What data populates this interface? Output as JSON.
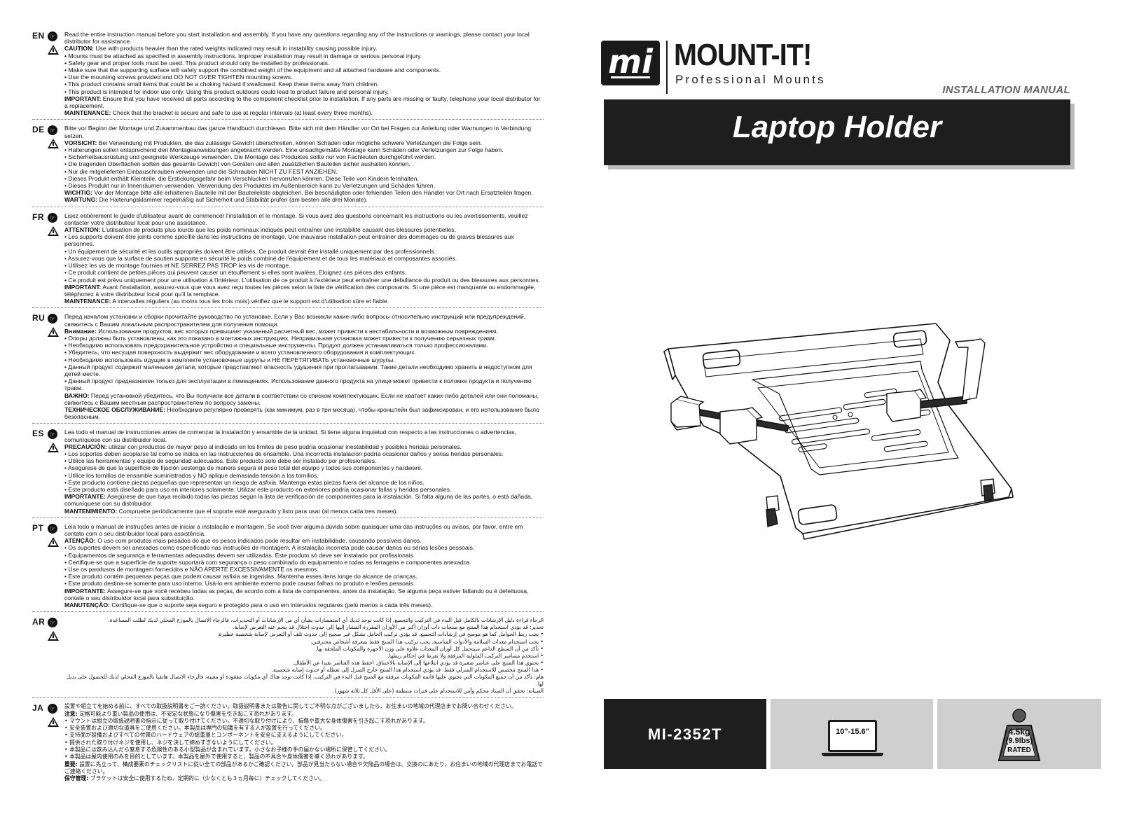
{
  "sections": [
    {
      "code": "EN",
      "paras": [
        "Read the entire instruction manual before you start installation and assembly. If you have any questions regarding any of the instructions or warnings, please contact your local distributor for assistance.",
        "<b>CAUTION:</b> Use with products heavier than the rated weights indicated may result in instability causing possible injury.",
        "• Mounts must be attached as specified in assembly instructions. Improper installation may result in damage or serious personal injury.",
        "• Safety gear and proper tools must be used. This product should only be installed by professionals.",
        "• Make sure that the supporting surface will safely support the combined weight of the equipment and all attached hardware and components.",
        "• Use the mounting screws provided and DO NOT OVER TIGHTEN mounting screws.",
        "• This product contains small items that could be a choking hazard if swallowed. Keep these items away from children.",
        "• This product is intended for indoor use only. Using this product outdoors could lead to product failure and personal injury.",
        "<b>IMPORTANT:</b> Ensure that you have received all parts according to the component checklist prior to installation. If any parts are missing or faulty, telephone your local distributor for a replacement.",
        "<b>MAINTENANCE:</b> Check that the bracket is secure and safe to use at regular intervals (at least every three months)."
      ]
    },
    {
      "code": "DE",
      "paras": [
        "Bitte vor Beginn der Montage und Zusammenbau das ganze Handbuch durchlesen. Bitte sich mit dem Händler vor Ort bei Fragen zur Anleitung oder Warnungen in Verbindung setzen.",
        "<b>VORSICHT:</b> Bei Verwendung mit Produkten, die das zulässige Gewicht überschreiten, können Schäden oder mögliche schwere Verletzungen die Folge sein.",
        "• Halterungen sollen entsprechend den Montageanweisungen angebracht werden. Eine unsachgemäße Montage kann Schäden oder Verletzungen zur Folge haben.",
        "• Sicherheitsausrüstung und geeignete Werkzeuge verwenden. Die Montage des Produktes sollte nur von Fachleuten durchgeführt werden.",
        "• Die tragenden Oberflächen sollten das gesamte Gewicht von Geräten und allen zusätzlichen Bauteilen sicher aushalten können.",
        "• Nur die mitgelieferten Einbauschrauben verwenden und die Schrauben NICHT ZU FEST ANZIEHEN.",
        "• Dieses Produkt enthält Kleinteile, die Erstickungsgefahr beim Verschlucken hervorrufen können. Diese Teile von Kindern fernhalten.",
        "• Dieses Produkt nur in Innenräumen verwenden. Verwendung des Produktes im Außenbereich kann zu Verletzungen und Schäden führen.",
        "<b>WICHTIG:</b> Vor der Montage bitte alle erhaltenen Bauteile mit der Bauteileliste abgleichen. Bei beschädigten oder fehlenden Teilen den Händler vor Ort nach Ersatzteilen fragen.",
        "<b>WARTUNG:</b> Die Halterungsklammer regelmäßig auf Sicherheit und Stabilität prüfen (am besten alle drei Monate)."
      ]
    },
    {
      "code": "FR",
      "paras": [
        "Lisez entièrement le guide d'utilisateur avant de commencer l'installation et le montage. Si vous avez des questions concernant les instructions ou les avertissements, veuillez contacter votre distributeur local pour une assistance.",
        "<b>ATTENTION:</b> L'utilisation de produits plus lourds que les poids nominaux indiqués peut entraîner une instabilité causant des blessures potentielles.",
        "• Les supports doivent être joints comme spécifié dans les instructions de montage. Une mauvaise installation peut entraîner des dommages ou de graves blessures aux personnes.",
        "• Un équipement de sécurité et les outils appropriés doivent être utilisés. Ce produit devrait être installé uniquement par des professionnels.",
        "• Assurez-vous que la surface de soutien supporte en sécurité le poids combiné de l'équipement et de tous les matériaux et composantes associés.",
        "• Utilisez les vis de montage fournies et NE SERREZ PAS TROP les vis de montage.",
        "• Ce produit contient de petites pièces qui peuvent causer un étouffement si elles sont avalées. Eloignez ces pièces des enfants.",
        "• Ce produit est prévu uniquement pour une utilisation à l'intérieur. L'utilisation de ce produit à l'extérieur peut entraîner une défaillance du produit ou des blessures aux personnes.",
        "<b>IMPORTANT:</b> Avant l'installation, assurez-vous que vous avez reçu toutes les pièces selon la liste de vérification des composants. Si une pièce est manquante ou endommagée, téléphonez à votre distributeur local pour qu'il la remplace.",
        "<b>MAINTENANCE:</b> A intervalles réguliers (au moins tous les trois mois) vérifiez que le support est d'utilisation sûre et fiable."
      ]
    },
    {
      "code": "RU",
      "paras": [
        "Перед началом установки и сборки прочитайте руководство по установке. Если у Вас возникли какие-либо вопросы относительно инструкций или предупреждений, свяжитесь с Вашим локальным распространителем для получения помощи.",
        "<b>Внимание:</b> Использование продуктов, вес которых превышает указанный расчетный вес, может привести к нестабильности и возможным повреждениям.",
        "• Опоры должны быть установлены, как это показано в монтажных инструкциях. Неправильная установка может привести к получению серьезных травм.",
        "• Необходимо использовать предохранительное устройство и специальные инструменты. Продукт должен устанавливаться только профессионалами.",
        "• Убедитесь, что несущая поверхность выдержит вес оборудования и всего установленного оборудования и комплектующих.",
        "• Необходимо использовать идущие в комплекте установочные шурупы и НЕ ПЕРЕТЯГИВАТЬ установочные шурупы.",
        "• Данный продукт содержит маленькие детали, которые представляют опасность удушения при проглатывании. Такие детали необходимо хранить в недоступном для детей месте.",
        "• Данный продукт предназначен только для эксплуатации в помещениях. Использование данного продукта на улице может привести к поломке продукта и получению травм.",
        "<b>ВАЖНО:</b> Перед установкой убедитесь, что Вы получили все детали в соответствии со списком комплектующих. Если не хватает каких-либо деталей или они поломаны, свяжитесь с Вашим местным распространителем по вопросу замены.",
        "<b>ТЕХНИЧЕСКОЕ ОБСЛУЖИВАНИЕ:</b> Необходимо регулярно проверять (как минимум, раз в три месяца), чтобы кронштейн был зафиксирован, и его использование было безопасным."
      ]
    },
    {
      "code": "ES",
      "paras": [
        "Lea todo el manual de instrucciones antes de comenzar la instalación y ensamble de la unidad. Si tiene alguna inquietud con respecto a las instrucciones o advertencias, comuníquese con su distribuidor local.",
        "<b>PRECAUCIÓN:</b> utilizar con productos de mayor peso al indicado en los límites de peso podría ocasionar inestabilidad y posibles heridas personales.",
        "• Los soportes deben acoplarse tal como se indica en las instrucciones de ensamble. Una incorrecta instalación podría ocasionar daños y serias heridas personales.",
        "• Utilice las herramientas y equipo de seguridad adecuados. Este producto solo debe ser instalado por profesionales.",
        "• Asegúrese de que la superficie de fijación sostenga de manera segura el peso total del equipo y todos sus componentes y hardware.",
        "• Utilice los tornillos de ensamble suministrados y NO aplique demasiada tensión a los tornillos.",
        "• Este producto contiene piezas pequeñas que representan un riesgo de asfixia. Mantenga estas piezas fuera del alcance de los niños.",
        "• Este producto está diseñado para uso en interiores solamente. Utilizar este producto en exteriores podría ocasionar fallas y heridas personales.",
        "<b>IMPORTANTE:</b> Asegúrese de que haya recibido todas las piezas según la lista de verificación de componentes para la instalación. Si falta alguna de las partes, o está dañada, comuníquese con su distribuidor.",
        "<b>MANTENIMIENTO:</b> Compruebe periódicamente que el soporte esté asegurado y listo para usar (al menos cada tres meses)."
      ]
    },
    {
      "code": "PT",
      "paras": [
        "Leia todo o manual de instruções antes de iniciar a instalação e montagem. Se você tiver alguma dúvida sobre quaisquer uma das instruções ou avisos, por favor, entre em contato com o seu distribuidor local para assistência.",
        "<b>ATENÇÃO:</b> O uso com produtos mais pesados do que os pesos indicados pode resultar em instabilidade, causando possíveis danos.",
        "• Os suportes devem ser anexados como especificado nas instruções de montagem. A instalação incorreta pode causar danos ou sérias lesões pessoais.",
        "• Equipamentos de segurança e ferramentas adequadas devem ser utilizadas. Este produto só deve ser instalado por profissionais.",
        "• Certifique-se que a superfície de suporte suportará com segurança o peso combinado do equipamento e todas as ferragens e componentes anexados.",
        "• Use os parafusos de montagem fornecidos e NÃO APERTE EXCESSIVAMENTE os mesmos.",
        "• Este produto contém pequenas peças que podem causar asfixia se ingeridas. Mantenha esses itens longe do alcance de crianças.",
        "• Este produto destina-se somente para uso interno. Usá-lo em ambiente externo pode causar falhas no produto e lesões pessoais.",
        "<b>IMPORTANTE:</b> Assegure-se que você recebeu todas as peças, de acordo com a lista de componentes, antes da instalação. Se alguma peça estiver faltando ou é defeituosa, contate o seu distribuidor local para substituição.",
        "<b>MANUTENÇÃO:</b> Certifique-se que o suporte seja seguro e protegido para o uso em intervalos regulares (pelo menos a cada três meses)."
      ]
    },
    {
      "code": "AR",
      "rtl": true,
      "paras": [
        "الرجاء قراءة دليل الإرشادات بالكامل قبل البدء في التركيب والتجميع. إذا كانت توجد لديك أي استفسارات بشأن أي من الإرشادات أو التحذيرات، فالرجاء الاتصال بالموزع المحلي لديك لطلب المساعدة.",
        "تحذير: قد يؤدي استخدام هذا المنتج مع منتجات ذات أوزان أكبر من الأوزان المقررة المشار إليها إلى حدوث اختلال قد ينجم عنه التعرض لإصابة.",
        "• يجب ربط الحوامل كما هو موضح في إرشادات التجميع. قد يؤدي تركيب الحامل بشكل غير صحيح إلى حدوث تلف أو التعرض لإصابة شخصية خطيرة.",
        "• يجب استخدام معدات السلامة والأدوات المناسبة. يجب تركيب هذا المنتج فقط بمعرفة أشخاص محترفين.",
        "• تأكد من أن السطح الداعم سيتحمل كل أوزان المعدات علاوة على وزن الأجهزة والمكونات الملحقة بها.",
        "• استخدم مسامير التركيب الملولبة المرفقة ولا تفرط في إحكام ربطها.",
        "• يحتوي هذا المنتج على عناصر صغيرة قد يؤدي ابتلاعها إلى الإصابة بالاختناق. احفظ هذه العناصر بعيدا عن الأطفال.",
        "• هذا المنتج مخصص للاستخدام المنزلي فقط. قد يؤدي استخدام هذا المنتج خارج المنزل إلى تعطله أو حدوث إصابة شخصية.",
        "هام: تأكد من أن جميع المكونات التي تحتوي عليها قائمة المكونات مرفقة مع المنتج قبل البدء في التركيب. إذا كانت توجد هناك أي مكونات مفقودة أو معيبة، فالرجاء الاتصال هاتفيا بالموزع المحلي لديك للحصول على بديل لها.",
        "الصيانة: تحقق أن السناد محكم وآمن للاستخدام على فترات منتظمة (على الأقل كل ثلاثة شهور)."
      ]
    },
    {
      "code": "JA",
      "jp": true,
      "paras": [
        "設置や組立てを始める前に、すべての取扱説明書をご一読ください。取扱説明書または警告に関してご不明な点がございましたら、お住まいの地域の代理店までお問い合わせください。",
        "<b>注意:</b> 定格可能より重い製品の使用は、不安定な状態になり傷害を引き起こす恐れがあります。",
        "• マウントは組立の取扱説明書の指示に従って取り付けてください。不適切な取り付けにより、損傷や重大な身体傷害を引き起こす恐れがあります。",
        "• 安全装置および適切な道具をご使用ください。本製品は専門の知識を有する人が設置を行ってください。",
        "• 支持面が設備およびすべての付属のハードウェアの総重量とコンポーネントを安全に支えるようにしてください。",
        "• 提供された取り付けネジを使用し、ネジを決して締めすぎないようにしてください。",
        "• 本製品には飲み込んだら窒息する危険性のある小型製品が含まれています。小さなお子様の手の届かない場所に保管してください。",
        "• 本製品は屋内使用のみを目的としています。本製品を屋外で使用すると、製品の不具合や身体傷害を導く恐れがあります。",
        "<b>重要:</b> 設置に先立って、構成要素のチェックリストに従い全ての部品があるかご確認ください。部品が見当たらない場合や欠陥品の場合は、交換のにあたり、お住まいの地域の代理店までお電話でご連絡ください。",
        "<b>保守管理:</b> ブラケットは安全に使用するため、定期的に（少なくとも３ヵ月毎に）チェックしてください。"
      ]
    }
  ],
  "logo": {
    "mark": "mi",
    "brand": "MOUNT-IT!",
    "tagline": "Professional Mounts"
  },
  "header": {
    "manual": "INSTALLATION MANUAL",
    "title": "Laptop Holder"
  },
  "specs": {
    "model": "MI-2352T",
    "screen": "10\"-15.6\"",
    "weight_kg": "4.5kg",
    "weight_lbs": "(9.9lbs)",
    "rated": "RATED"
  },
  "icons": {
    "document": "manual-icon",
    "warning": "warning-icon",
    "weight": "weight-icon",
    "laptop": "laptop-icon"
  }
}
